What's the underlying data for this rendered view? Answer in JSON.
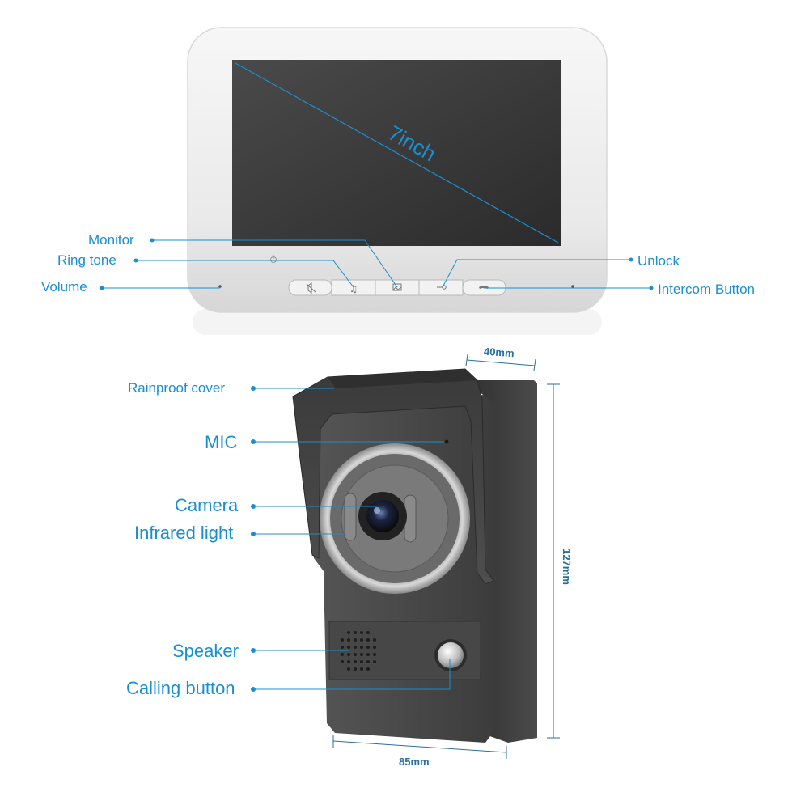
{
  "monitor": {
    "screen_size": "7inch",
    "labels": {
      "monitor": "Monitor",
      "ring_tone": "Ring tone",
      "volume": "Volume",
      "unlock": "Unlock",
      "intercom": "Intercom Button"
    },
    "buttons": [
      "mute-icon",
      "music-note-icon",
      "picture-icon",
      "key-icon",
      "phone-handset-icon"
    ]
  },
  "doorbell": {
    "labels": {
      "rainproof": "Rainproof cover",
      "mic": "MIC",
      "camera": "Camera",
      "infrared": "Infrared light",
      "speaker": "Speaker",
      "calling": "Calling button"
    },
    "dimensions": {
      "depth": "40mm",
      "height": "127mm",
      "width": "85mm"
    }
  },
  "colors": {
    "accent": "#1a8fd0",
    "frame": "#eeeeee",
    "screen": "#3a3a3a",
    "housing": "#4a4a4a"
  }
}
